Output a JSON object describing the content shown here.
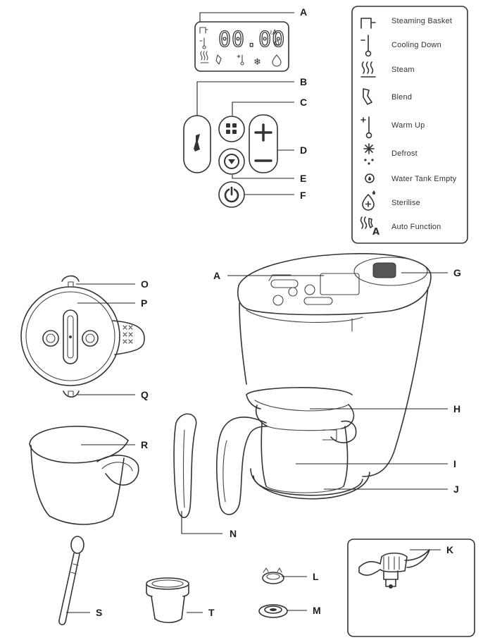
{
  "display": {
    "time": "00.00"
  },
  "labels": {
    "A": "A",
    "B": "B",
    "C": "C",
    "D": "D",
    "E": "E",
    "F": "F",
    "A2": "A",
    "G": "G",
    "H": "H",
    "I": "I",
    "J": "J",
    "K": "K",
    "L": "L",
    "M": "M",
    "N": "N",
    "O": "O",
    "P": "P",
    "Q": "Q",
    "R": "R",
    "S": "S",
    "T": "T"
  },
  "legend": {
    "items": [
      {
        "icon": "steaming-basket-icon",
        "label": "Steaming Basket"
      },
      {
        "icon": "cooling-down-icon",
        "label": "Cooling Down"
      },
      {
        "icon": "steam-icon",
        "label": "Steam"
      },
      {
        "icon": "blend-icon",
        "label": "Blend"
      },
      {
        "icon": "warm-up-icon",
        "label": "Warm Up"
      },
      {
        "icon": "defrost-icon",
        "label": "Defrost"
      },
      {
        "icon": "water-tank-empty-icon",
        "label": "Water Tank Empty"
      },
      {
        "icon": "sterilise-icon",
        "label": "Sterilise"
      },
      {
        "icon": "auto-function-icon",
        "label": "Auto Function"
      }
    ]
  }
}
